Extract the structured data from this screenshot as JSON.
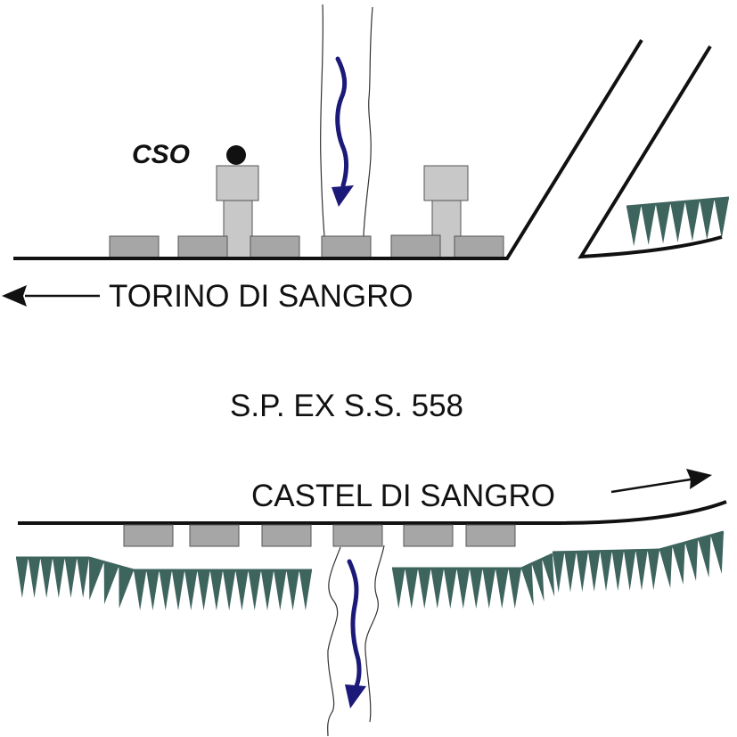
{
  "labels": {
    "cso": "CSO",
    "torino": "TORINO DI SANGRO",
    "road": "S.P. EX S.S. 558",
    "castel": "CASTEL DI SANGRO"
  },
  "colors": {
    "road": "#111111",
    "building_dark": "#a6a6a6",
    "building_light": "#c8c8c8",
    "building_stroke": "#555555",
    "flow_arrow": "#1c1a78",
    "vegetation": "#3e645e",
    "stream_outline": "#333333"
  },
  "icons": {
    "direction_left": "arrow-left-icon",
    "direction_right": "arrow-right-icon",
    "flow": "flow-arrow-icon",
    "cso_point": "dot-icon",
    "vegetation": "escarpment-hatch-icon"
  }
}
